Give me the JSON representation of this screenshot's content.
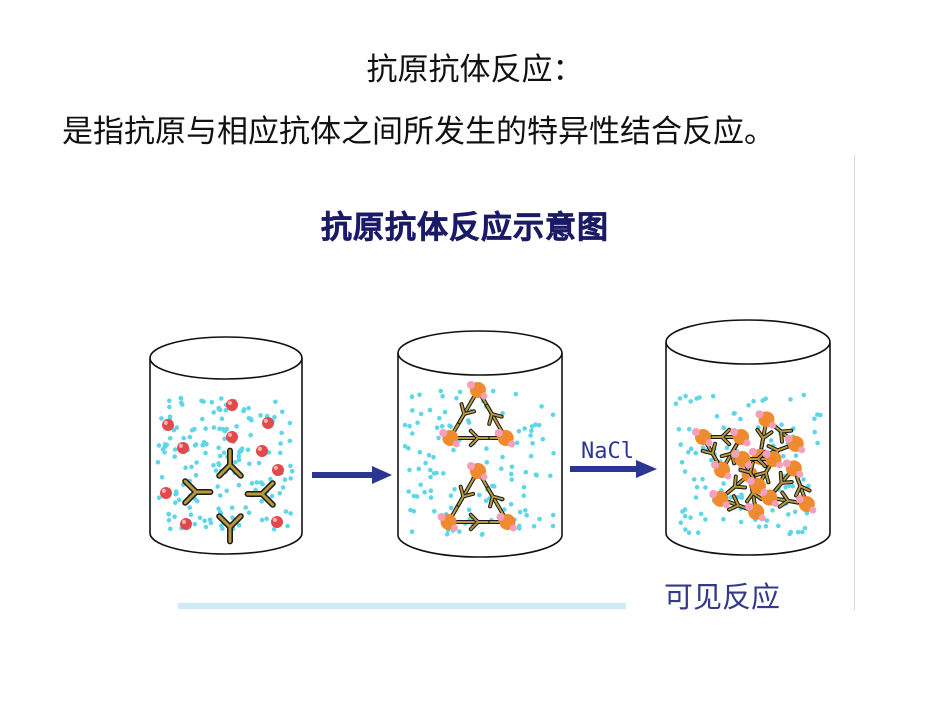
{
  "slide": {
    "heading": "抗原抗体反应：",
    "definition": "是指抗原与相应抗体之间所发生的特异性结合反应。"
  },
  "diagram": {
    "title": "抗原抗体反应示意图",
    "arrow_label": "NaCl",
    "result_label": "可见反应",
    "colors": {
      "antigen": "#e2494b",
      "antigen_small": "#f3a0b8",
      "complex_core": "#f08a2e",
      "antibody": "#b89a3a",
      "antibody_outline": "#1b1b1b",
      "particles": "#5fd6e8",
      "arrow": "#2b3592",
      "baseline": "#cdebf7"
    }
  }
}
